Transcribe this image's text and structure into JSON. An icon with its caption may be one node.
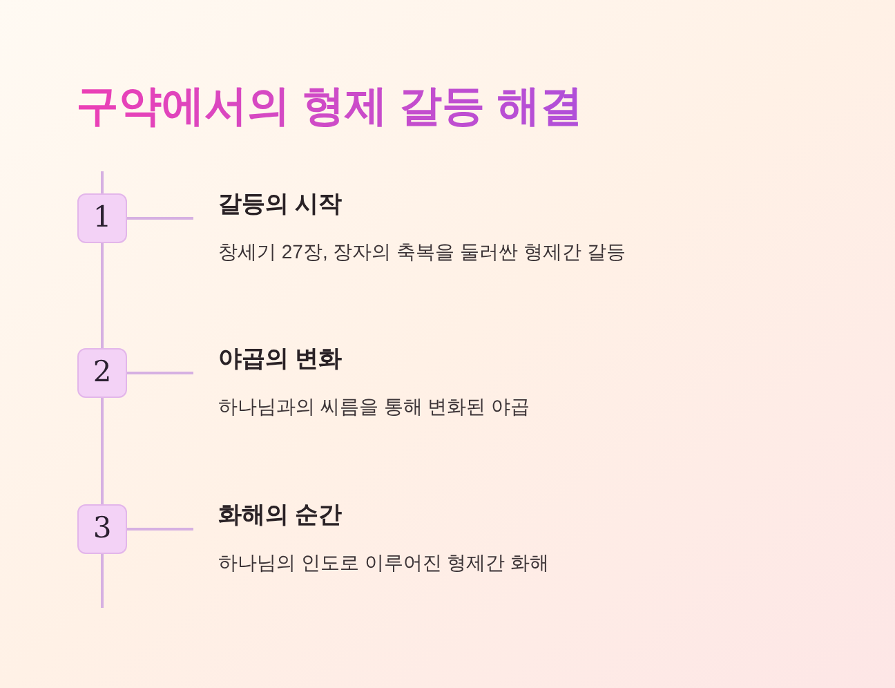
{
  "diagram": {
    "title": "구약에서의 형제 갈등 해결",
    "nodes": [
      {
        "text": [
          "1"
        ]
      },
      {
        "text": [
          "갈등의 시작",
          "창세기 27장, 장자의 축복을 둘러싼 형제간 갈등"
        ]
      },
      {
        "text": [
          "2"
        ]
      },
      {
        "text": [
          "야곱의 변화",
          "하나님과의 씨름을 통해 변화된 야곱"
        ]
      },
      {
        "text": [
          "3"
        ]
      },
      {
        "text": [
          "화해의 순간",
          "하나님의 인도로 이루어진 형제간 화해"
        ]
      }
    ],
    "edges": [
      {
        "from": 0,
        "to": 1,
        "arrow": "none"
      },
      {
        "from": 2,
        "to": 3,
        "arrow": "none"
      },
      {
        "from": 4,
        "to": 5,
        "arrow": "none"
      },
      {
        "from": 0,
        "to": 2,
        "arrow": "none"
      },
      {
        "from": 2,
        "to": 4,
        "arrow": "none"
      }
    ]
  }
}
